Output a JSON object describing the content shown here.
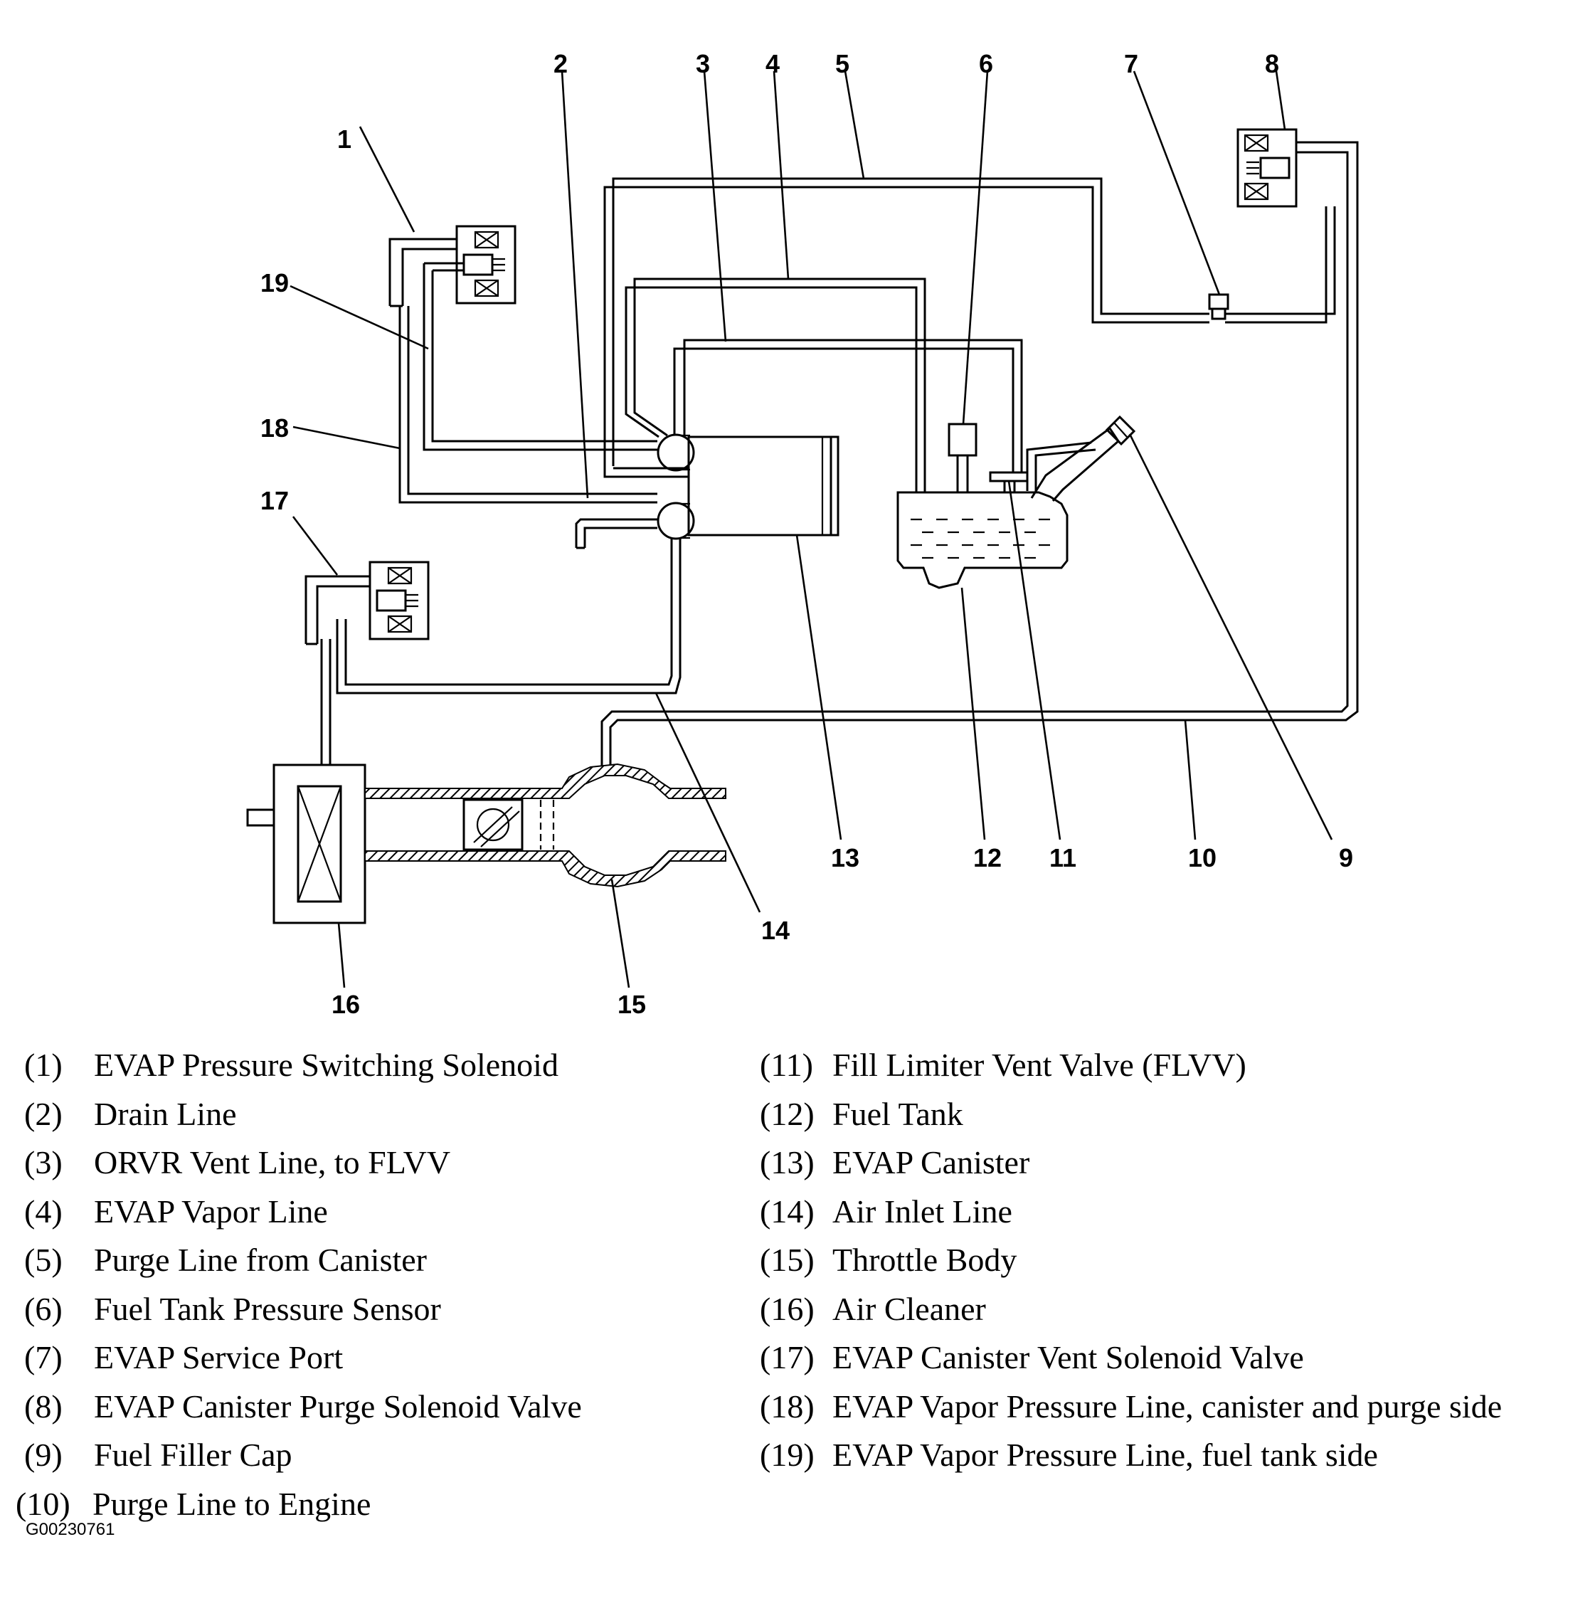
{
  "figure_code": "G00230761",
  "callouts": [
    "1",
    "2",
    "3",
    "4",
    "5",
    "6",
    "7",
    "8",
    "9",
    "10",
    "11",
    "12",
    "13",
    "14",
    "15",
    "16",
    "17",
    "18",
    "19"
  ],
  "legend_left": [
    {
      "num": "(1)",
      "text": "EVAP Pressure Switching Solenoid"
    },
    {
      "num": "(2)",
      "text": "Drain Line"
    },
    {
      "num": "(3)",
      "text": "ORVR Vent Line, to FLVV"
    },
    {
      "num": "(4)",
      "text": "EVAP Vapor Line"
    },
    {
      "num": "(5)",
      "text": "Purge Line from Canister"
    },
    {
      "num": "(6)",
      "text": "Fuel Tank Pressure Sensor"
    },
    {
      "num": "(7)",
      "text": "EVAP Service Port"
    },
    {
      "num": "(8)",
      "text": "EVAP Canister Purge Solenoid Valve"
    },
    {
      "num": "(9)",
      "text": "Fuel Filler Cap"
    },
    {
      "num": "(10)",
      "text": "Purge Line to Engine"
    }
  ],
  "legend_right": [
    {
      "num": "(11)",
      "text": "Fill Limiter Vent Valve (FLVV)"
    },
    {
      "num": "(12)",
      "text": "Fuel Tank"
    },
    {
      "num": "(13)",
      "text": "EVAP Canister"
    },
    {
      "num": "(14)",
      "text": "Air Inlet Line"
    },
    {
      "num": "(15)",
      "text": "Throttle Body"
    },
    {
      "num": "(16)",
      "text": "Air Cleaner"
    },
    {
      "num": "(17)",
      "text": "EVAP Canister Vent Solenoid Valve"
    },
    {
      "num": "(18)",
      "text": "EVAP Vapor Pressure Line, canister and purge side"
    },
    {
      "num": "(19)",
      "text": "EVAP Vapor Pressure Line, fuel tank side"
    }
  ]
}
